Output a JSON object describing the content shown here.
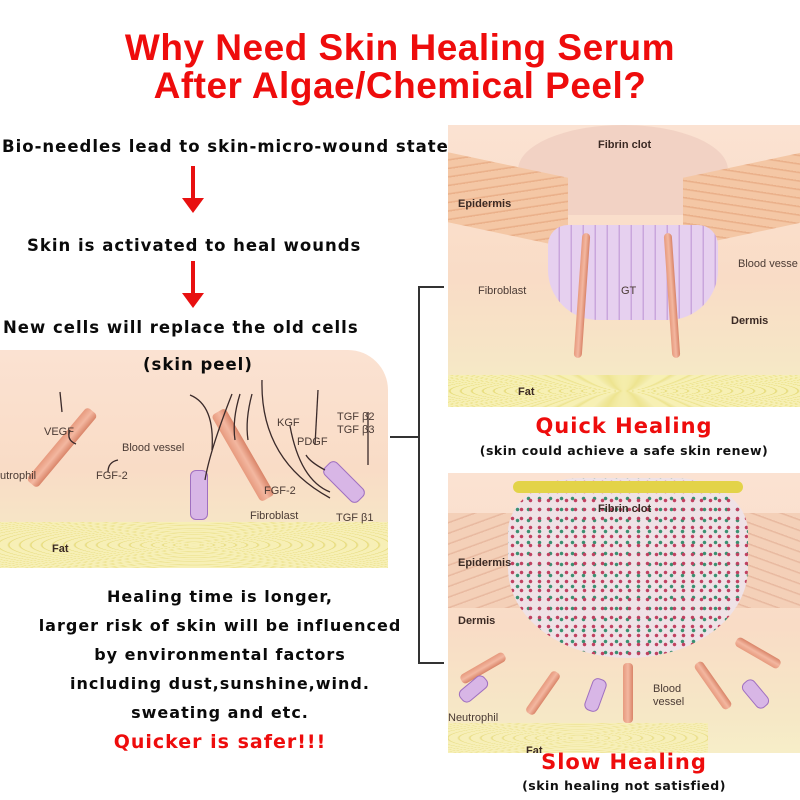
{
  "title": {
    "line1": "Why Need Skin Healing Serum",
    "line2": "After Algae/Chemical Peel?"
  },
  "flow": {
    "step1": "Bio-needles lead to skin-micro-wound state",
    "step2": "Skin is activated to heal wounds",
    "step3": "New cells will replace the old cells",
    "step3_note": "(skin peel)"
  },
  "left_diagram": {
    "labels": {
      "vegf": "VEGF",
      "blood_vessel": "Blood vessel",
      "neutrophil": "utrophil",
      "fgf2_left": "FGF-2",
      "kgf": "KGF",
      "pdgf": "PDGF",
      "tgf_b2": "TGF β2",
      "tgf_b3": "TGF β3",
      "fgf2_right": "FGF-2",
      "fibroblast": "Fibroblast",
      "tgf_b1": "TGF β1",
      "fat": "Fat"
    }
  },
  "warning": {
    "lines": [
      "Healing time is longer,",
      "larger risk of skin will be influenced",
      "by environmental factors",
      "including dust,sunshine,wind.",
      "sweating and etc."
    ],
    "emphasis": "Quicker is safer!!!"
  },
  "quick_healing": {
    "diagram_labels": {
      "fibrin_clot": "Fibrin clot",
      "epidermis": "Epidermis",
      "blood_vessel": "Blood vesse",
      "fibroblast": "Fibroblast",
      "gt": "GT",
      "dermis": "Dermis",
      "fat": "Fat"
    },
    "heading": "Quick Healing",
    "caption": "(skin could achieve a safe skin renew)"
  },
  "slow_healing": {
    "diagram_labels": {
      "fibrin_clot": "Fibrin clot",
      "epidermis": "Epidermis",
      "dermis": "Dermis",
      "blood_vessel_1": "Blood",
      "blood_vessel_2": "vessel",
      "neutrophil": "Neutrophil",
      "fat": "Fat"
    },
    "heading": "Slow Healing",
    "caption": "(skin healing not satisfied)"
  },
  "colors": {
    "title_red": "#ee0c0c",
    "arrow_red": "#e81010",
    "text_black": "#0a0a0a",
    "skin_pink": "#fbe2d2",
    "fat_yellow": "#f5efbb"
  }
}
